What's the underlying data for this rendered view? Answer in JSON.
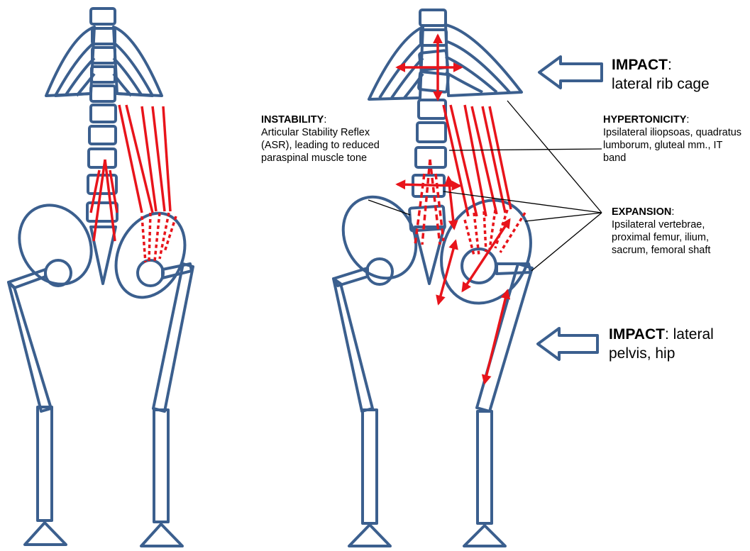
{
  "labels": {
    "impact_rib": {
      "title": "IMPACT",
      "sep": ":",
      "text": "lateral rib cage"
    },
    "instability": {
      "title": "INSTABILITY",
      "sep": ":",
      "text": "Articular Stability Reflex (ASR), leading to reduced paraspinal muscle tone"
    },
    "hypertonicity": {
      "title": "HYPERTONICITY",
      "sep": ":",
      "text": "Ipsilateral iliopsoas, quadratus lumborum, gluteal mm., IT band"
    },
    "expansion": {
      "title": "EXPANSION",
      "sep": ":",
      "text": "Ipsilateral vertebrae, proximal femur, ilium, sacrum, femoral shaft"
    },
    "impact_pelvis": {
      "title": "IMPACT",
      "sep": ":",
      "text": "lateral pelvis, hip"
    }
  },
  "colors": {
    "bone": "#3B5F8E",
    "muscle": "#E8141B",
    "leader": "#000000",
    "background": "#FFFFFF"
  },
  "figures": [
    "skeleton-normal",
    "skeleton-after-impact"
  ]
}
